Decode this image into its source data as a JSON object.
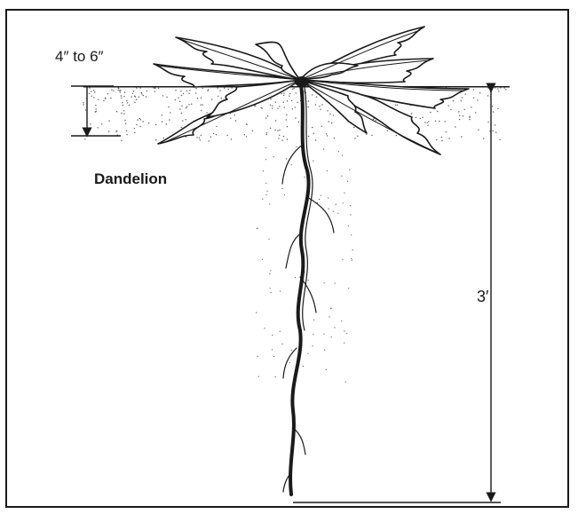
{
  "diagram": {
    "plant_name": "Dandelion",
    "top_depth_label": "4″ to 6″",
    "root_depth_label": "3′"
  },
  "colors": {
    "ink": "#1a1a1a",
    "paper": "#ffffff"
  },
  "icons": [
    "dandelion-plant-illustration",
    "double-arrow-dimension"
  ]
}
